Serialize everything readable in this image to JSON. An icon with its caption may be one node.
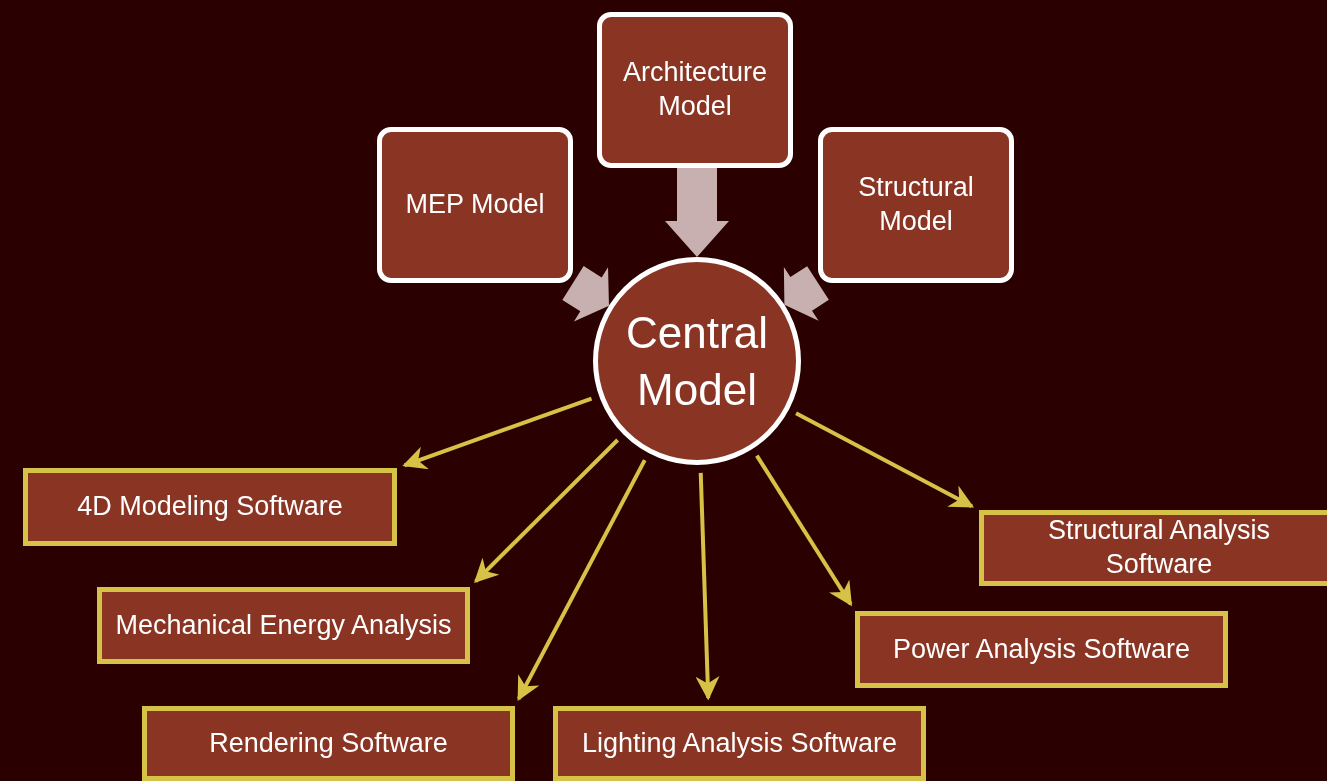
{
  "diagram": {
    "nodes": [
      {
        "text": [
          "Architecture Model"
        ]
      },
      {
        "text": [
          "MEP Model"
        ]
      },
      {
        "text": [
          "Structural Model"
        ]
      },
      {
        "text": [
          "Central Model"
        ]
      },
      {
        "text": [
          "4D Modeling Software"
        ]
      },
      {
        "text": [
          "Mechanical Energy Analysis"
        ]
      },
      {
        "text": [
          "Rendering Software"
        ]
      },
      {
        "text": [
          "Lighting Analysis Software"
        ]
      },
      {
        "text": [
          "Power Analysis Software"
        ]
      },
      {
        "text": [
          "Structural Analysis Software"
        ]
      }
    ],
    "edges": [
      {
        "from": 0,
        "to": 3,
        "arrow": "to",
        "style": "thick",
        "color": "#c8b0b0"
      },
      {
        "from": 1,
        "to": 3,
        "arrow": "to",
        "style": "thick",
        "color": "#c8b0b0"
      },
      {
        "from": 2,
        "to": 3,
        "arrow": "to",
        "style": "thick",
        "color": "#c8b0b0"
      },
      {
        "from": 3,
        "to": 4,
        "arrow": "to"
      },
      {
        "from": 3,
        "to": 5,
        "arrow": "to"
      },
      {
        "from": 3,
        "to": 6,
        "arrow": "to"
      },
      {
        "from": 3,
        "to": 7,
        "arrow": "to"
      },
      {
        "from": 3,
        "to": 8,
        "arrow": "to"
      },
      {
        "from": 3,
        "to": 9,
        "arrow": "to"
      }
    ]
  }
}
